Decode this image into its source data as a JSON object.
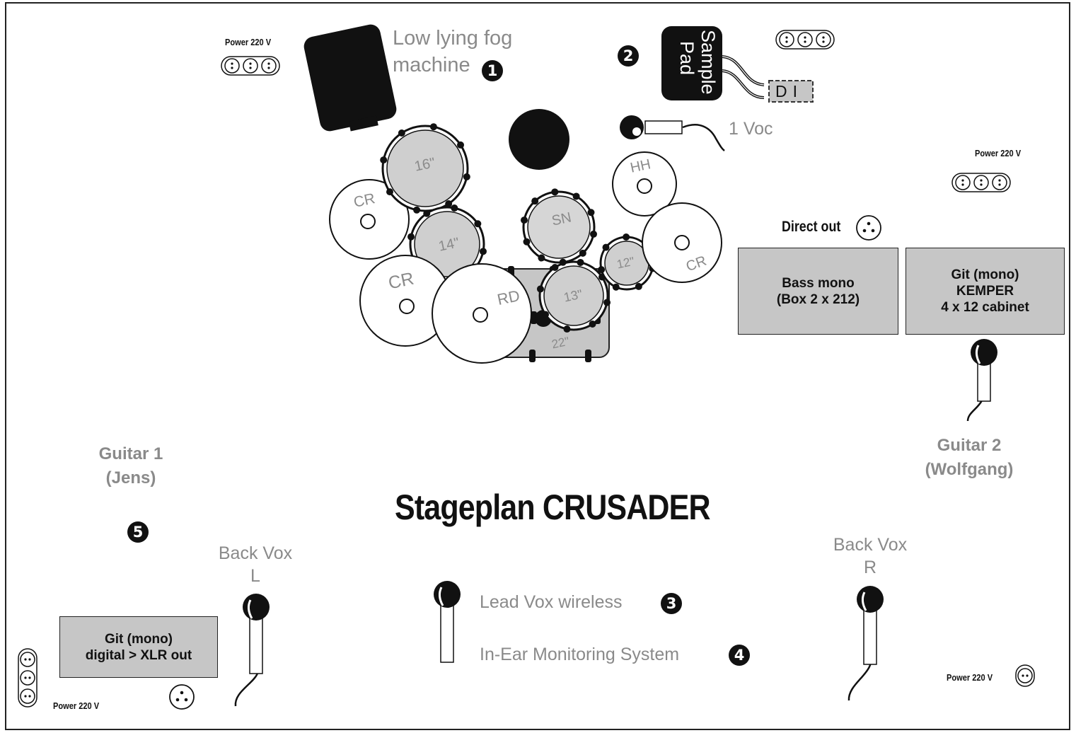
{
  "title": "Stageplan CRUSADER",
  "fog": {
    "line1": "Low lying fog",
    "line2": "machine",
    "number": "1"
  },
  "sample_pad": {
    "line1": "Sample",
    "line2": "Pad",
    "number": "2",
    "di_label": "DI"
  },
  "voc_mic": {
    "label": "1 Voc"
  },
  "drums": {
    "tom16": "16\"",
    "tom14": "14\"",
    "tom13": "13\"",
    "tom12": "12\"",
    "snare": "SN",
    "hihat": "HH",
    "crash_left_top": "CR",
    "crash_left_bottom": "CR",
    "crash_right": "CR",
    "ride": "RD",
    "kick": "22\""
  },
  "power": {
    "top_left": "Power 220 V",
    "right": "Power 220 V",
    "bottom_left": "Power 220 V",
    "bottom_right": "Power 220 V"
  },
  "direct_out": {
    "label": "Direct out"
  },
  "bass_box": {
    "line1": "Bass mono",
    "line2": "(Box 2 x 212)"
  },
  "kemper_box": {
    "line1": "Git (mono)",
    "line2": "KEMPER",
    "line3": "4 x 12 cabinet"
  },
  "guitar2": {
    "line1": "Guitar 2",
    "line2": "(Wolfgang)"
  },
  "guitar1": {
    "line1": "Guitar 1",
    "line2": "(Jens)",
    "number": "5"
  },
  "back_vox_l": {
    "line1": "Back Vox",
    "line2": "L"
  },
  "back_vox_r": {
    "line1": "Back Vox",
    "line2": "R"
  },
  "git_digital_box": {
    "line1": "Git (mono)",
    "line2": "digital > XLR out"
  },
  "lead_vox": {
    "label": "Lead Vox wireless",
    "number": "3"
  },
  "iem": {
    "label": "In-Ear Monitoring System",
    "number": "4"
  }
}
